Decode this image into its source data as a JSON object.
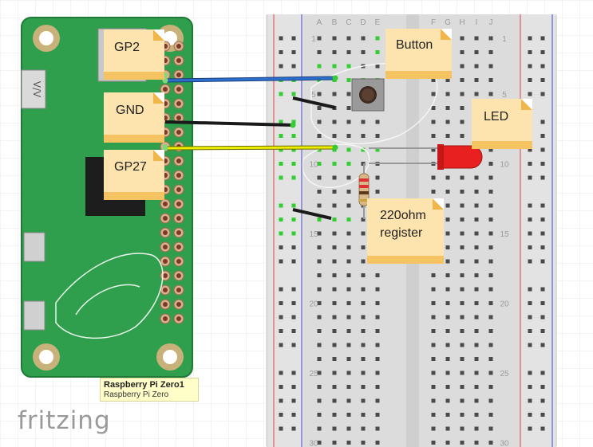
{
  "labels": {
    "gp2": "GP2",
    "gnd": "GND",
    "gp27": "GP27",
    "button": "Button",
    "led": "LED",
    "resistor_line1": "220ohm",
    "resistor_line2": "register"
  },
  "pi_label": {
    "title": "Raspberry Pi Zero1",
    "subtitle": "Raspberry Pi Zero"
  },
  "breadboard": {
    "column_letters": [
      "A",
      "B",
      "C",
      "D",
      "E",
      "F",
      "G",
      "H",
      "I",
      "J"
    ],
    "row_numbers": [
      "1",
      "5",
      "10",
      "15",
      "20",
      "25",
      "30"
    ]
  },
  "logo": "fritzing",
  "colors": {
    "pcb": "#2f9e4d",
    "wire_blue": "#2c6fcf",
    "wire_yellow": "#eded00",
    "wire_black": "#1a1a1a",
    "led": "#e82020",
    "note": "#fde3ad"
  }
}
